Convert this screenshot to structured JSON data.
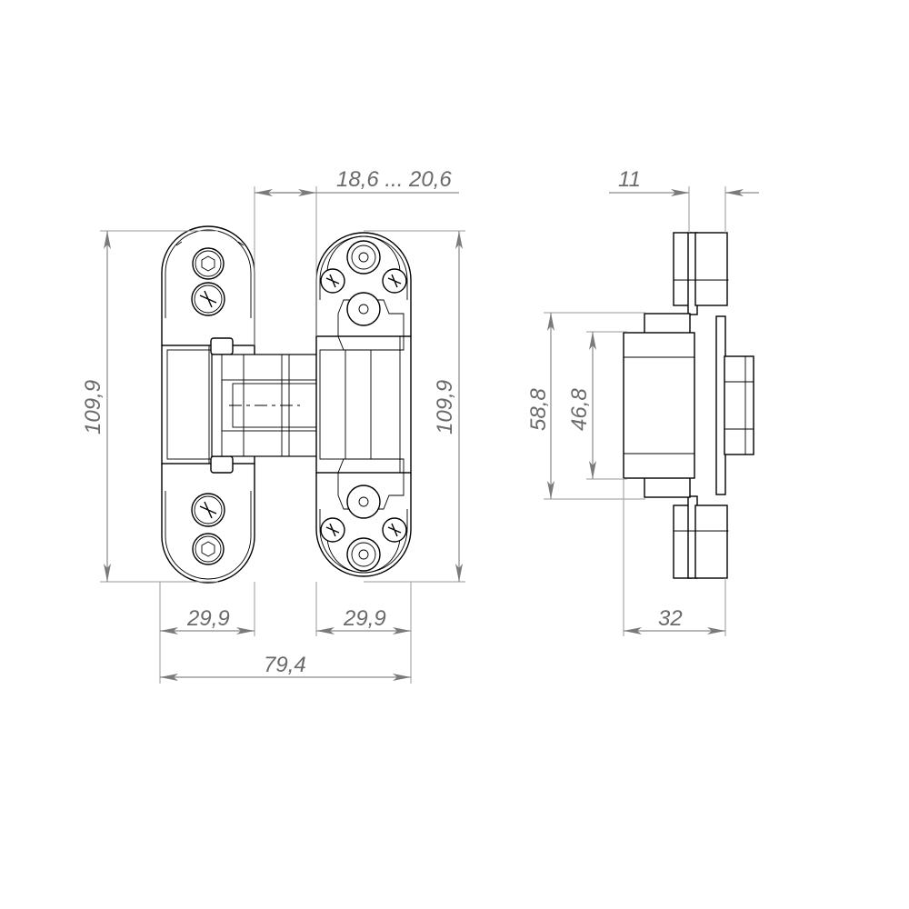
{
  "drawing": {
    "title": "Concealed hinge dimensional drawing",
    "views": [
      "front-view",
      "side-view"
    ],
    "line_color": "#000000",
    "dimension_color": "#7a7a7a"
  },
  "dimensions": {
    "top_gap": "18,6 ... 20,6",
    "height_left": "109,9",
    "height_right": "109,9",
    "leaf_width_left": "29,9",
    "leaf_width_right": "29,9",
    "overall_width": "79,4",
    "side_thickness": "11",
    "side_outer_height": "58,8",
    "side_inner_height": "46,8",
    "side_depth": "32"
  }
}
